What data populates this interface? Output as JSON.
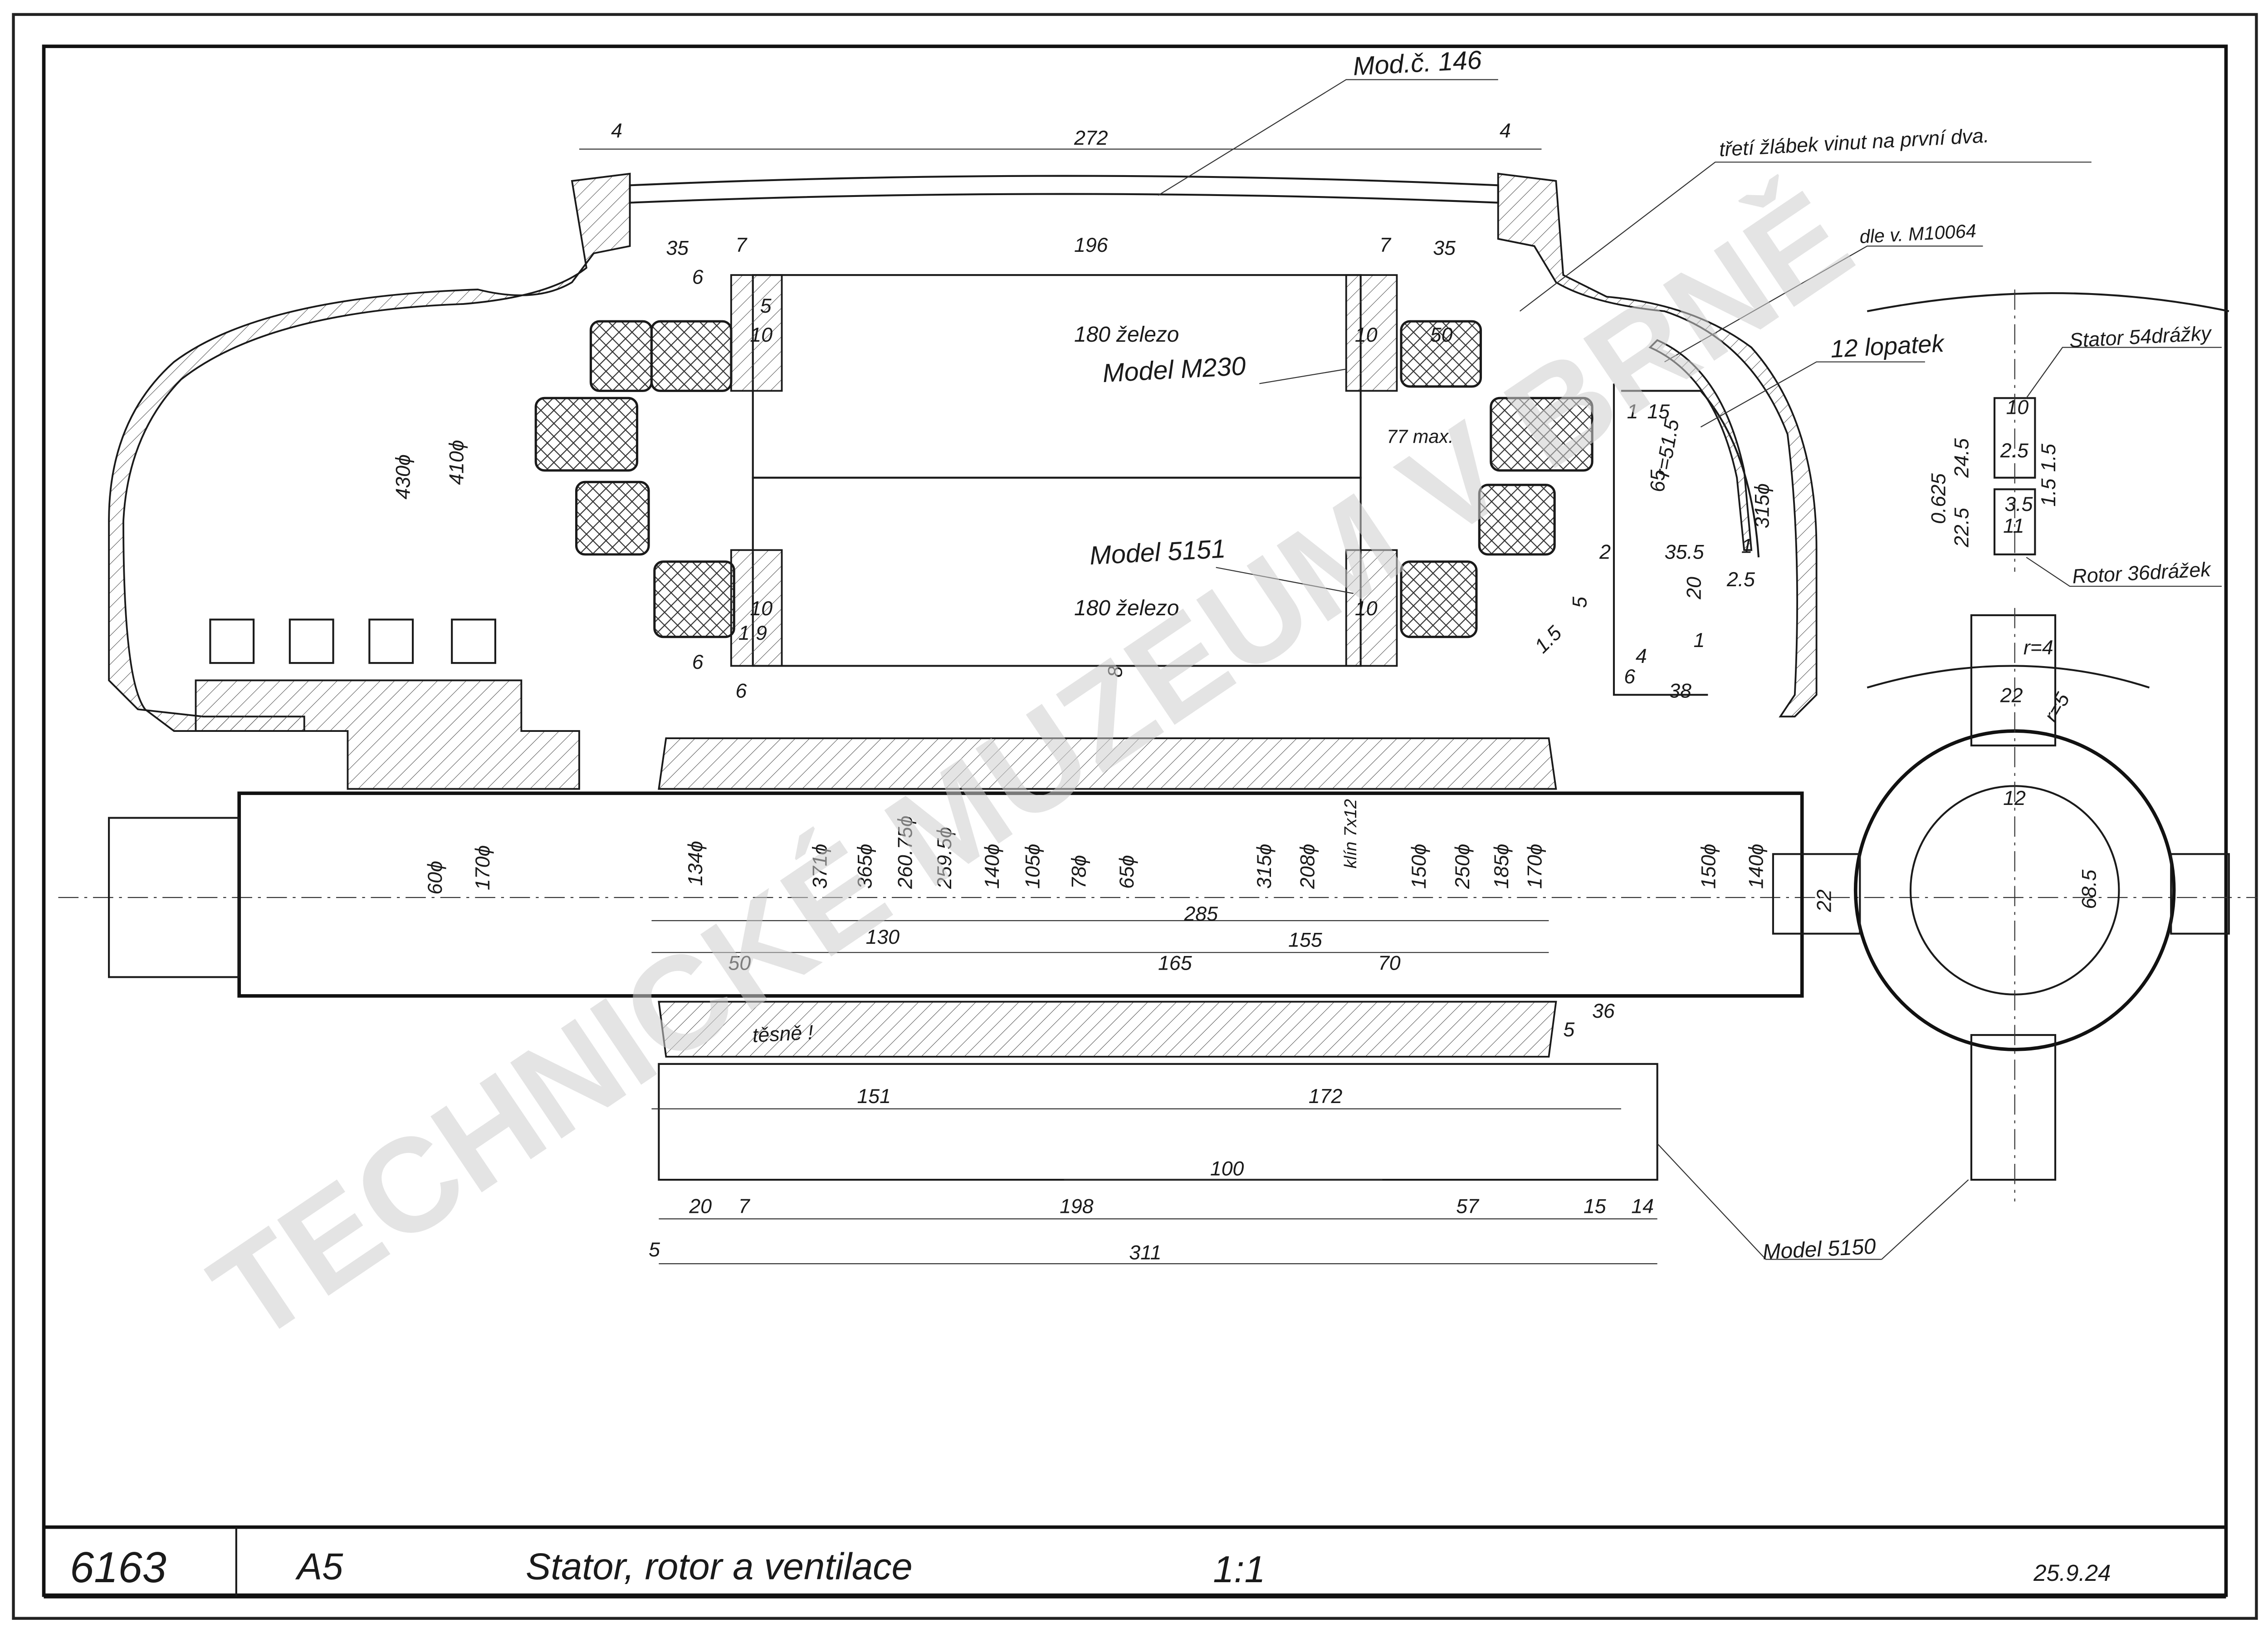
{
  "title_block": {
    "drawing_number": "6163",
    "format": "A5",
    "title": "Stator, rotor a ventilace",
    "scale": "1:1",
    "date": "25.9.24"
  },
  "watermark": "TECHNICKÉ MUZEUM V BRNĚ",
  "annotations": {
    "mod_146": "Mod.č. 146",
    "third_slot_note": "třetí žlábek vinut na první dva.",
    "dle_m10064": "dle v. M10064",
    "model_m230": "Model M230",
    "twelve_blades": "12 lopatek",
    "stator_slots": "Stator 54drážky",
    "model_5151": "Model 5151",
    "rotor_slots": "Rotor 36drážek",
    "tight_fit": "těsně !",
    "model_5150": "Model 5150",
    "key": "klín 7x12",
    "iron_top": "180 železo",
    "iron_bottom": "180 železo",
    "max77": "77 max."
  },
  "dimensions": {
    "top": [
      "272",
      "4",
      "4",
      "35",
      "7",
      "196",
      "7",
      "35",
      "6",
      "5",
      "10",
      "10",
      "50"
    ],
    "housing_dia": [
      "430ϕ",
      "410ϕ"
    ],
    "fan": [
      "1",
      "15",
      "65",
      "r=51.5",
      "315ϕ",
      "2",
      "35.5",
      "1",
      "20",
      "2.5",
      "5",
      "1.5",
      "6",
      "4",
      "38",
      "1"
    ],
    "core_lower": [
      "10",
      "10",
      "1",
      "9",
      "6",
      "6",
      "8"
    ],
    "slot_detail": [
      "10",
      "24.5",
      "2.5",
      "1.5",
      "0.625",
      "22.5",
      "3.5",
      "1.5",
      "11"
    ],
    "cross_section": [
      "r=4",
      "22",
      "r=5",
      "12",
      "68.5",
      "22"
    ],
    "shaft_dia": [
      "60ϕ",
      "170ϕ",
      "134ϕ",
      "371ϕ",
      "365ϕ",
      "260.75ϕ",
      "259.5ϕ",
      "140ϕ",
      "105ϕ",
      "78ϕ",
      "65ϕ",
      "315ϕ",
      "208ϕ",
      "150ϕ",
      "250ϕ",
      "185ϕ",
      "170ϕ",
      "150ϕ",
      "140ϕ"
    ],
    "shaft_len": [
      "285",
      "130",
      "155",
      "50",
      "165",
      "70",
      "36",
      "5",
      "151",
      "172",
      "100",
      "20",
      "7",
      "198",
      "57",
      "15",
      "14",
      "5",
      "311"
    ]
  }
}
